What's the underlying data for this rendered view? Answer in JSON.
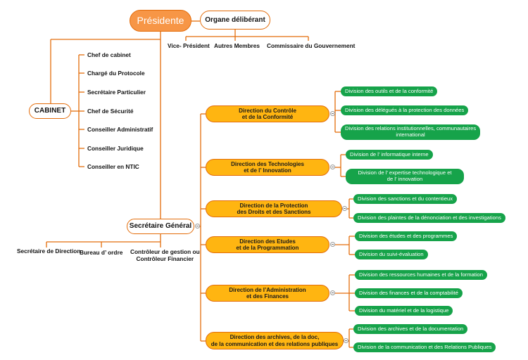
{
  "president": "Présidente",
  "organe": "Organe délibérant",
  "organe_members": [
    "Vice- Président",
    "Autres Membres",
    "Commissaire du Gouvernement"
  ],
  "cabinet": {
    "label": "CABINET",
    "items": [
      "Chef de cabinet",
      "Chargé du Protocole",
      "Secrétaire Particulier",
      "Chef de Sécurité",
      "Conseiller Administratif",
      "Conseiller Juridique",
      "Conseiller en NTIC"
    ]
  },
  "secretariat": {
    "label": "Secrétaire Général",
    "items": [
      "Secrétaire de Direction",
      "Bureau d’ ordre",
      "Contrôleur de gestion ou",
      "Contrôleur Financier"
    ]
  },
  "directions": [
    {
      "name": [
        "Direction du Contrôle",
        "et de la Conformité"
      ],
      "divisions": [
        [
          "Division des outils et de la conformité"
        ],
        [
          "Division des délégués à la protection des données"
        ],
        [
          "Division des relations institutionnelles, communautaires",
          "international"
        ]
      ]
    },
    {
      "name": [
        "Direction des Technologies",
        "et de l’ Innovation"
      ],
      "divisions": [
        [
          "Division de l’ informatique interne"
        ],
        [
          "Division de l’ expertise technologique et",
          "de l’ innovation"
        ]
      ]
    },
    {
      "name": [
        "Direction de la Protection",
        "des Droits et des Sanctions"
      ],
      "divisions": [
        [
          "Division des sanctions et du contentieux"
        ],
        [
          "Division des plaintes de la dénonciation et des investigations"
        ]
      ]
    },
    {
      "name": [
        "Direction des Etudes",
        "et de la Programmation"
      ],
      "divisions": [
        [
          "Division des études et des programmes"
        ],
        [
          "Division du suivi-évaluation"
        ]
      ]
    },
    {
      "name": [
        "Direction de l’Administration",
        "et des Finances"
      ],
      "divisions": [
        [
          "Division des ressources humaines et de la formation"
        ],
        [
          "Division des finances et de la comptabilité"
        ],
        [
          "Division du matériel et de la logistique"
        ]
      ]
    },
    {
      "name": [
        "Direction des archives, de la doc,",
        "de la communication et des relations publiques"
      ],
      "divisions": [
        [
          "Division des archives et de la documentation"
        ],
        [
          "Division de la communication et des Relations Publiques"
        ]
      ]
    }
  ],
  "colors": {
    "orange": "#f79646",
    "orange_border": "#e36c0a",
    "direction_fill": "#ffb511",
    "division_fill": "#16a34a",
    "line": "#e36c0a"
  }
}
